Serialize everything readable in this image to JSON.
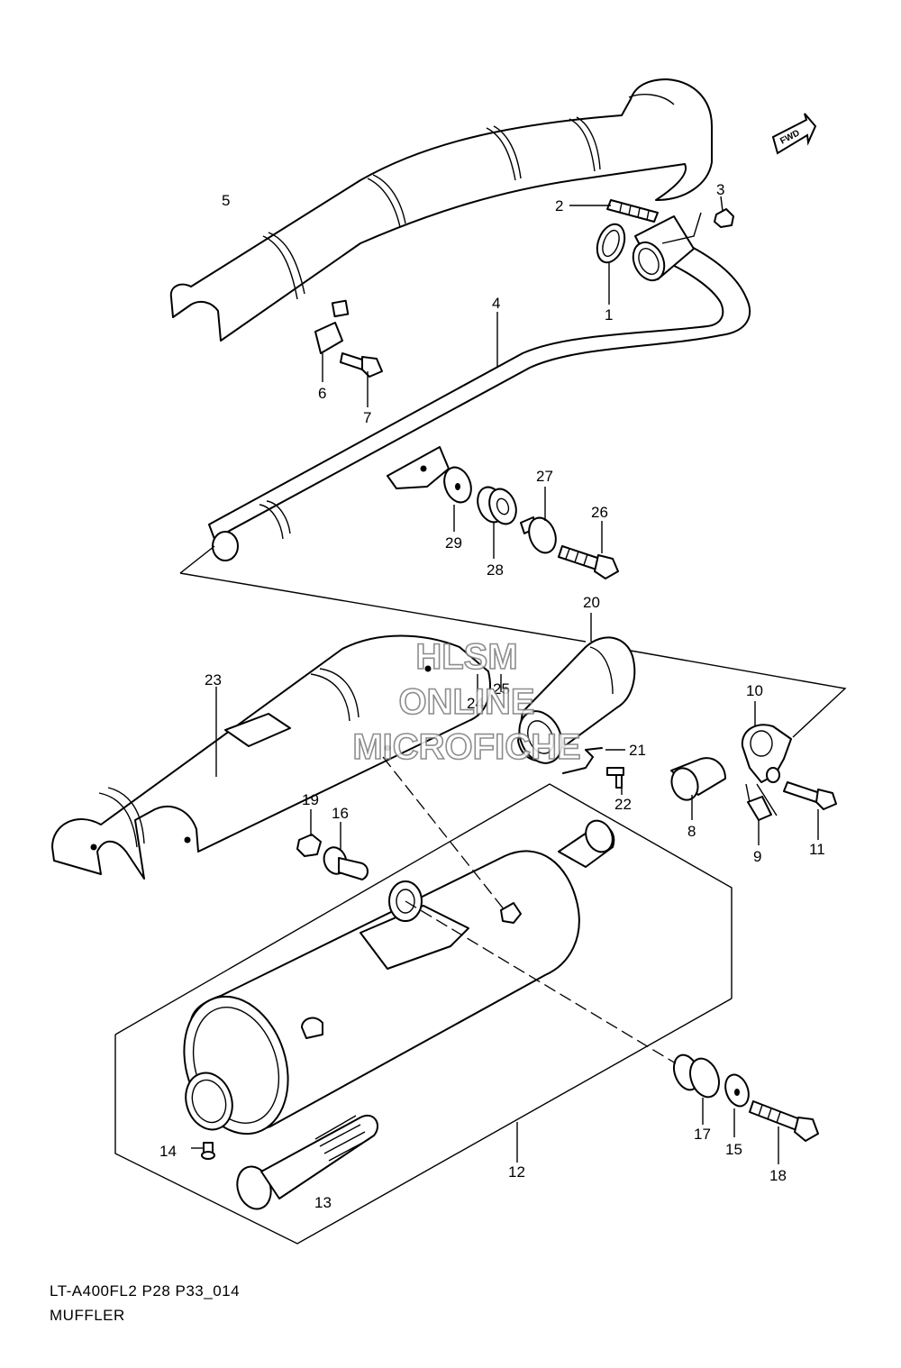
{
  "diagram": {
    "code": "LT-A400FL2 P28 P33_014",
    "title": "MUFFLER",
    "direction_badge": "FWD",
    "watermark": [
      "HLSM",
      "ONLINE",
      "MICROFICHE"
    ]
  },
  "callouts": [
    {
      "id": "c1",
      "label": "1"
    },
    {
      "id": "c2",
      "label": "2"
    },
    {
      "id": "c3",
      "label": "3"
    },
    {
      "id": "c4",
      "label": "4"
    },
    {
      "id": "c5",
      "label": "5"
    },
    {
      "id": "c6",
      "label": "6"
    },
    {
      "id": "c7",
      "label": "7"
    },
    {
      "id": "c8",
      "label": "8"
    },
    {
      "id": "c9",
      "label": "9"
    },
    {
      "id": "c10",
      "label": "10"
    },
    {
      "id": "c11",
      "label": "11"
    },
    {
      "id": "c12",
      "label": "12"
    },
    {
      "id": "c13",
      "label": "13"
    },
    {
      "id": "c14",
      "label": "14"
    },
    {
      "id": "c15",
      "label": "15"
    },
    {
      "id": "c16",
      "label": "16"
    },
    {
      "id": "c17",
      "label": "17"
    },
    {
      "id": "c18",
      "label": "18"
    },
    {
      "id": "c19",
      "label": "19"
    },
    {
      "id": "c20",
      "label": "20"
    },
    {
      "id": "c21",
      "label": "21"
    },
    {
      "id": "c22",
      "label": "22"
    },
    {
      "id": "c23",
      "label": "23"
    },
    {
      "id": "c24",
      "label": "24"
    },
    {
      "id": "c25",
      "label": "25"
    },
    {
      "id": "c26",
      "label": "26"
    },
    {
      "id": "c27",
      "label": "27"
    },
    {
      "id": "c28",
      "label": "28"
    },
    {
      "id": "c29",
      "label": "29"
    }
  ]
}
